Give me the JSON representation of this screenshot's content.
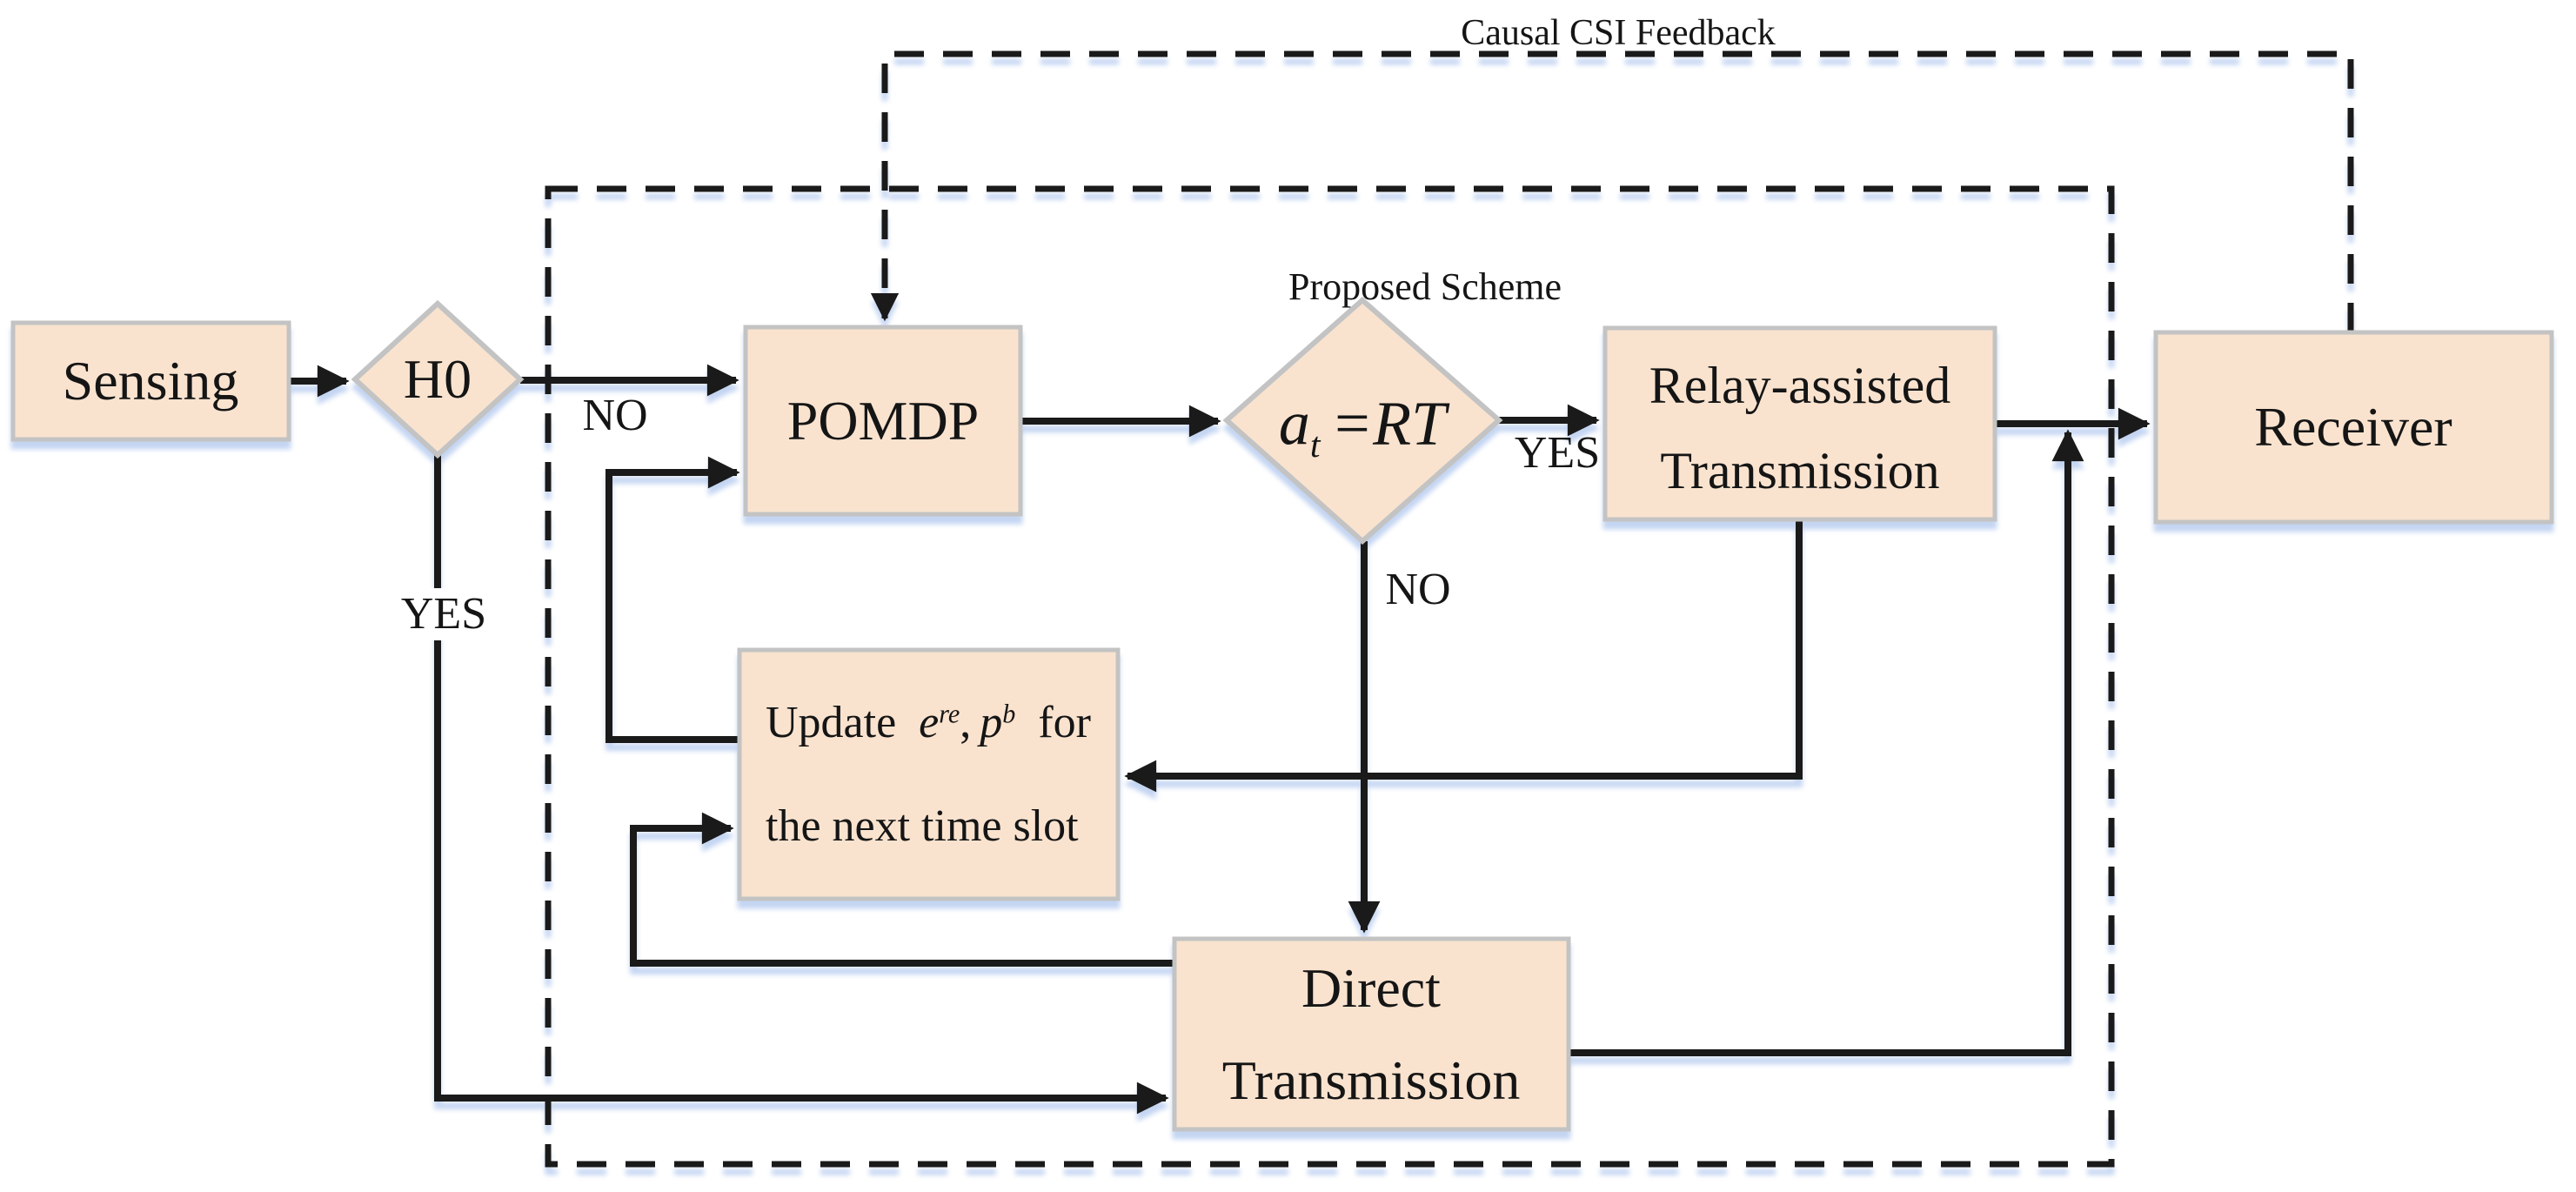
{
  "diagram": {
    "title_labels": {
      "feedback": "Causal CSI Feedback",
      "scheme": "Proposed Scheme"
    },
    "nodes": {
      "sensing": "Sensing",
      "h0": "H0",
      "pomdp": "POMDP",
      "decision": {
        "a": "a",
        "sub": "t",
        "rest": "=RT"
      },
      "relay": [
        "Relay-assisted",
        "Transmission"
      ],
      "direct": [
        "Direct",
        "Transmission"
      ],
      "receiver": "Receiver",
      "update": {
        "w1": "Update",
        "e": "e",
        "e_sup": "re",
        "comma": ",",
        "p": "p",
        "p_sup": "b",
        "w2": "for",
        "line2": "the next time slot"
      }
    },
    "edge_labels": {
      "h0_no": "NO",
      "h0_yes": "YES",
      "decision_yes": "YES",
      "decision_no": "NO"
    },
    "colors": {
      "bg": "#ffffff",
      "box_fill": "#f9e3cf",
      "box_border": "#c3c3c3",
      "line": "#1a1a1a",
      "ink": "#151515",
      "shadow": "#b0c7ee"
    }
  }
}
